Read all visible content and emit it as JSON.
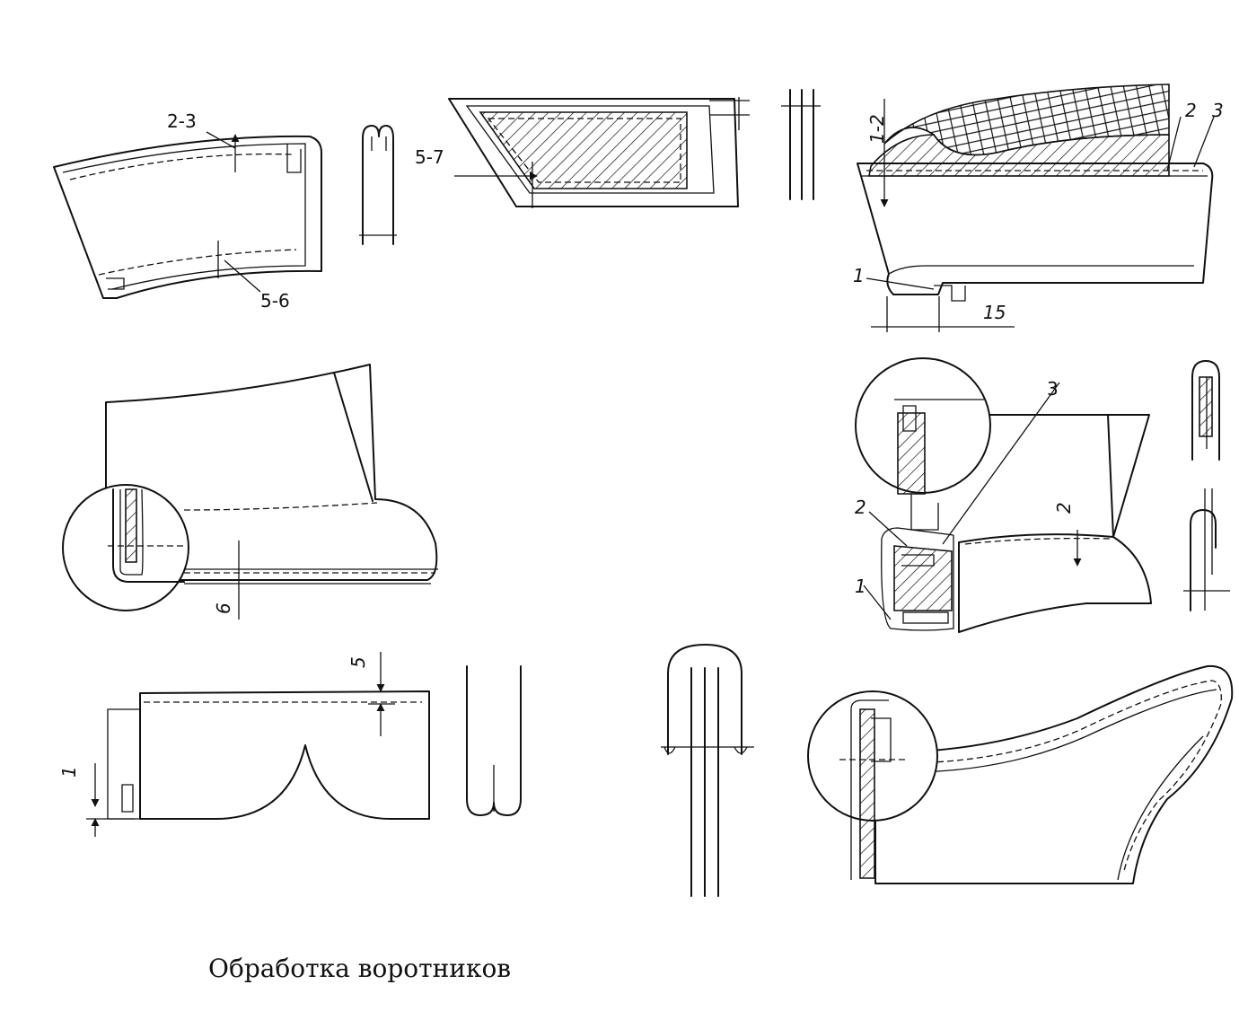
{
  "caption": "Обработка воротников",
  "labels": {
    "a_top": "2-3",
    "a_bottom": "5-6",
    "b_left": "5-7",
    "c_side": "1-2",
    "c_num2": "2",
    "c_num3": "3",
    "c_num1": "1",
    "c_dim": "15",
    "d_dim": "6",
    "e_num3": "3",
    "e_num2": "2",
    "e_num1": "1",
    "e_dim": "2",
    "f_dim5": "5",
    "f_dim1": "1"
  }
}
